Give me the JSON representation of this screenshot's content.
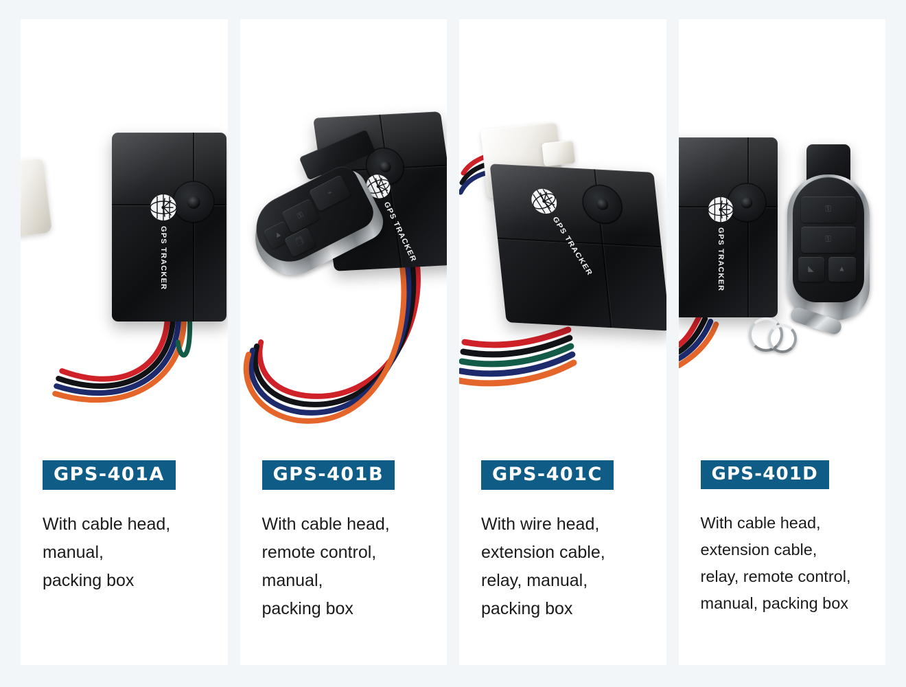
{
  "page": {
    "background_color": "#f2f6f9",
    "panel_color": "#ffffff",
    "badge_color": "#0f5d87",
    "text_color": "#1b1b1b"
  },
  "product": {
    "device_logo_text": "GPS TRACKER",
    "wire_colors": [
      "#cf2128",
      "#111316",
      "#1d2a6b",
      "#e4662a",
      "#145c4a"
    ]
  },
  "panels": [
    {
      "id": "gps-401a",
      "badge": "GPS-401A",
      "description": "With cable head,\nmanual,\npacking box",
      "photo_items": [
        "gps-tracker-device",
        "white-cable-head-connector",
        "wire-harness"
      ]
    },
    {
      "id": "gps-401b",
      "badge": "GPS-401B",
      "description": "With cable head,\nremote control,\nmanual,\npacking box",
      "photo_items": [
        "gps-tracker-device",
        "remote-key-fob",
        "wire-harness"
      ]
    },
    {
      "id": "gps-401c",
      "badge": "GPS-401C",
      "description": "With wire head,\nextension cable,\nrelay, manual,\npacking box",
      "photo_items": [
        "gps-tracker-device",
        "white-wire-head-connector",
        "wire-harness"
      ]
    },
    {
      "id": "gps-401d",
      "badge": "GPS-401D",
      "description": "With cable head,\nextension cable,\nrelay, remote control,\nmanual, packing box",
      "photo_items": [
        "gps-tracker-device",
        "remote-key-fob",
        "keyring",
        "wire-harness"
      ]
    }
  ]
}
